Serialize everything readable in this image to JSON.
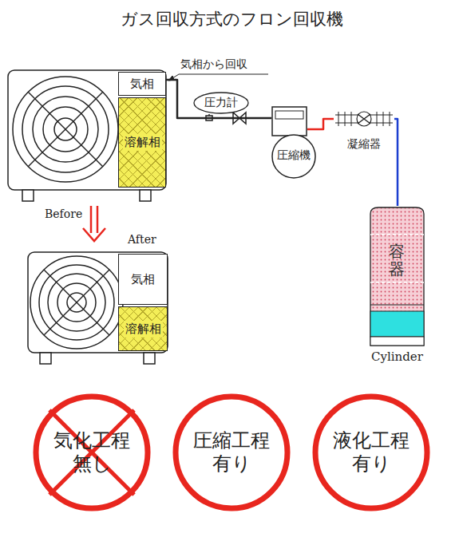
{
  "diagram": {
    "title": "ガス回収方式のフロン回収機",
    "nodes": [
      {
        "text": [
          "気相"
        ]
      },
      {
        "text": [
          "溶解相"
        ]
      },
      {
        "text": [
          "圧力計"
        ]
      },
      {
        "text": [
          "圧縮機"
        ]
      },
      {
        "text": [
          "凝縮器"
        ]
      },
      {
        "text": [
          "容器",
          "Cylinder"
        ]
      },
      {
        "text": [
          "気相"
        ]
      },
      {
        "text": [
          "溶解相"
        ]
      },
      {
        "text": [
          "気化工程 無し"
        ]
      },
      {
        "text": [
          "圧縮工程 有り"
        ]
      },
      {
        "text": [
          "液化工程 有り"
        ]
      }
    ],
    "edges": [
      {
        "from": 0,
        "to": 3,
        "arrow": "none"
      },
      {
        "from": 3,
        "to": 4,
        "arrow": "none"
      },
      {
        "from": 4,
        "to": 5,
        "arrow": "none"
      }
    ],
    "labels": [
      "気相から回収",
      "Before",
      "After"
    ]
  }
}
